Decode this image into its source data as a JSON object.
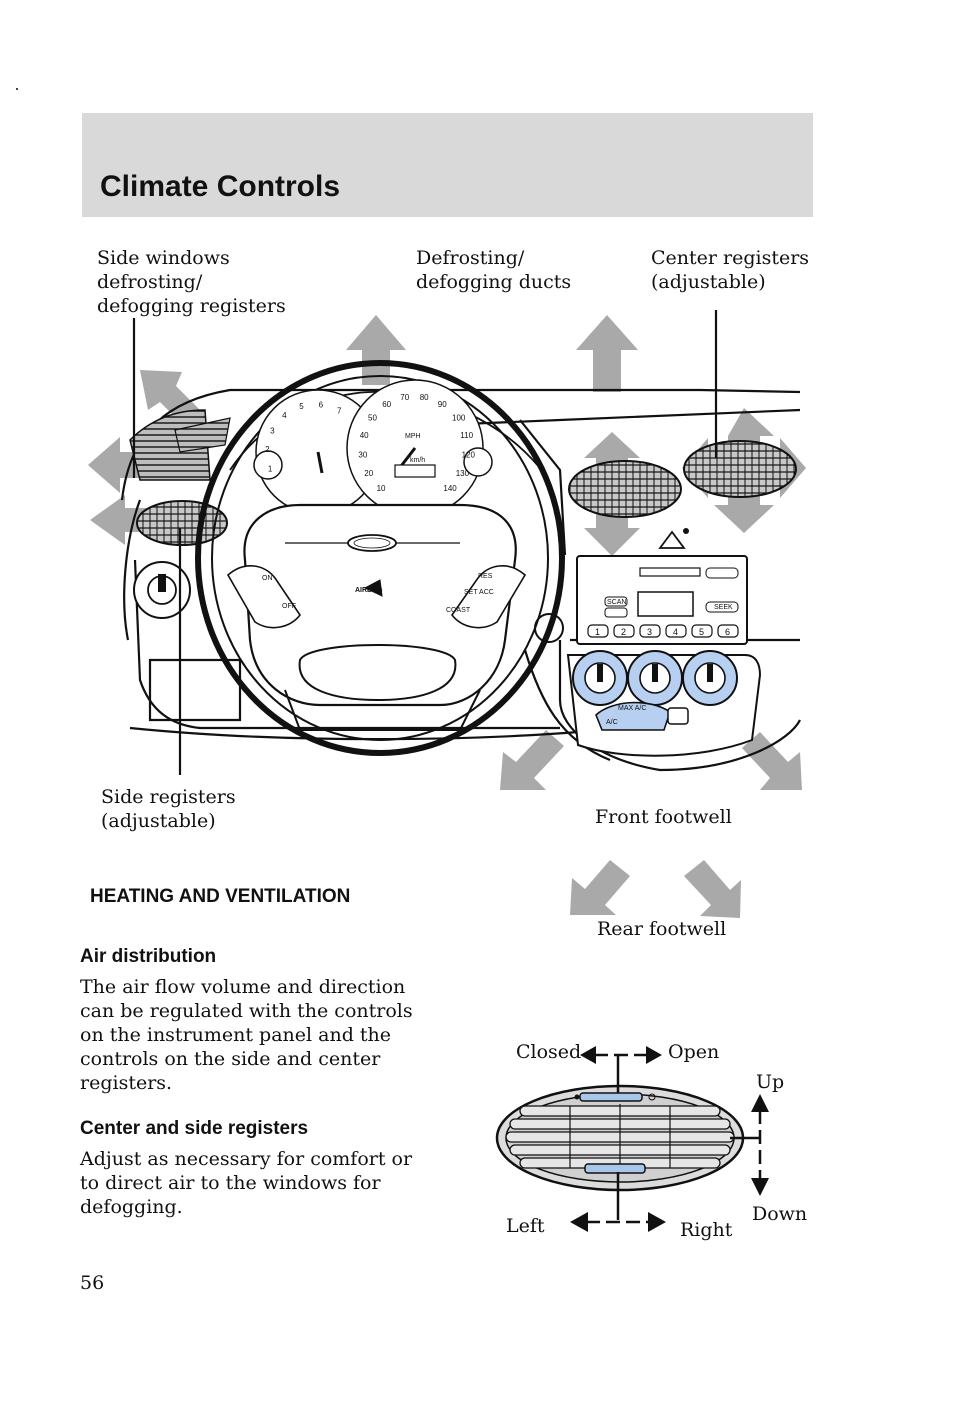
{
  "header": {
    "title": "Climate Controls"
  },
  "figure1": {
    "callouts": {
      "side_windows": "Side windows\ndefrosting/\ndefogging registers",
      "defrosting_ducts": "Defrosting/\ndefogging ducts",
      "center_registers": "Center registers\n(adjustable)",
      "side_registers": "Side registers\n(adjustable)",
      "front_footwell": "Front footwell",
      "rear_footwell": "Rear footwell"
    },
    "panel_labels": {
      "airbag": "AIRBAG",
      "on": "ON",
      "off": "OFF",
      "res": "RES",
      "set_acc": "SET\nACC",
      "coast": "COAST",
      "mph": "MPH",
      "kmh": "km/h",
      "max_ac": "MAX A/C",
      "ac": "A/C",
      "radio_buttons": [
        "1",
        "2",
        "3",
        "4",
        "5",
        "6"
      ],
      "radio_scan": "SCAN",
      "radio_seek": "SEEK",
      "speed_ticks": [
        "10",
        "20",
        "30",
        "40",
        "50",
        "60",
        "70",
        "80",
        "90",
        "100",
        "110",
        "120",
        "130",
        "140"
      ],
      "rpm_ticks": [
        "1",
        "2",
        "3",
        "4",
        "5",
        "6",
        "7"
      ]
    }
  },
  "section": {
    "heading": "HEATING AND VENTILATION"
  },
  "air_distribution": {
    "heading": "Air distribution",
    "body": "The air flow volume and direction can be regulated with the controls on the instrument panel and the controls on the side and center registers."
  },
  "registers": {
    "heading": "Center and side registers",
    "body": "Adjust as necessary for comfort or to direct air to the windows for defogging."
  },
  "figure2": {
    "labels": {
      "closed": "Closed",
      "open": "Open",
      "up": "Up",
      "down": "Down",
      "left": "Left",
      "right": "Right"
    }
  },
  "page": {
    "number": "56"
  },
  "colors": {
    "header_band": "#d9d9d9",
    "arrow_gray": "#a9a9a9",
    "register_blue": "#a8c6ea",
    "knob_blue": "#b7cff0"
  }
}
